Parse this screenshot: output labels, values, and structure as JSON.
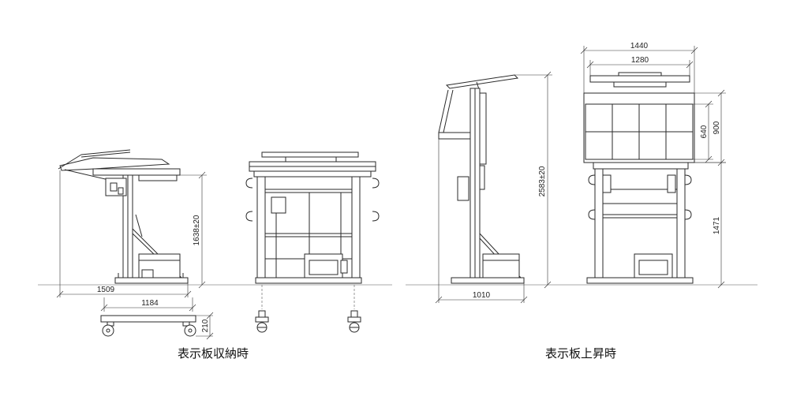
{
  "captions": {
    "stowed": "表示板収納時",
    "raised": "表示板上昇時"
  },
  "dimensions": {
    "stowed_length": "1509",
    "stowed_wheelbase": "1184",
    "stowed_height": "1638±20",
    "caster_height": "210",
    "raised_height": "2583±20",
    "raised_length": "1010",
    "board_width": "1440",
    "board_inner_width": "1280",
    "board_inner_height": "640",
    "board_height": "900",
    "board_bottom_height": "1471"
  }
}
